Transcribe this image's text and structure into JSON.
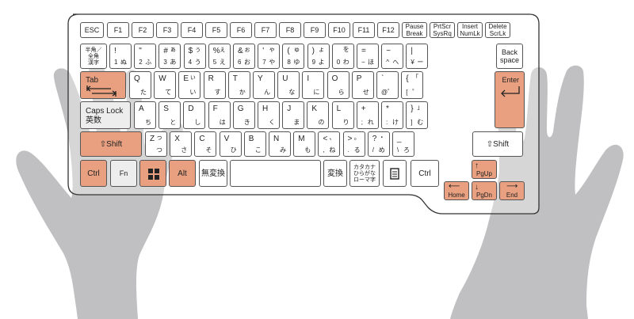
{
  "colors": {
    "highlight": "#e8a080",
    "hand": "#c0c0c2",
    "outline": "#555555",
    "gray_key": "#ededed"
  },
  "rows": {
    "fn": [
      {
        "id": "esc",
        "main": "ESC"
      },
      {
        "id": "f1",
        "main": "F1"
      },
      {
        "id": "f2",
        "main": "F2"
      },
      {
        "id": "f3",
        "main": "F3"
      },
      {
        "id": "f4",
        "main": "F4"
      },
      {
        "id": "f5",
        "main": "F5"
      },
      {
        "id": "f6",
        "main": "F6"
      },
      {
        "id": "f7",
        "main": "F7"
      },
      {
        "id": "f8",
        "main": "F8"
      },
      {
        "id": "f9",
        "main": "F9"
      },
      {
        "id": "f10",
        "main": "F10"
      },
      {
        "id": "f11",
        "main": "F11"
      },
      {
        "id": "f12",
        "main": "F12"
      },
      {
        "id": "pause",
        "main": "Pause",
        "sub": "Break"
      },
      {
        "id": "prtscr",
        "main": "PrtScr",
        "sub": "SysRq"
      },
      {
        "id": "insert",
        "main": "Insert",
        "sub": "NumLk"
      },
      {
        "id": "delete",
        "main": "Delete",
        "sub": "ScrLk"
      }
    ],
    "num": [
      {
        "id": "hankaku",
        "lines": [
          "半角／",
          "全角",
          "漢字"
        ]
      },
      {
        "id": "1",
        "tl": "!",
        "bl": "1",
        "tr": "",
        "br": "ぬ"
      },
      {
        "id": "2",
        "tl": "\"",
        "bl": "2",
        "tr": "",
        "br": "ふ"
      },
      {
        "id": "3",
        "tl": "#",
        "bl": "3",
        "tr": "ぁ",
        "br": "あ"
      },
      {
        "id": "4",
        "tl": "$",
        "bl": "4",
        "tr": "ぅ",
        "br": "う"
      },
      {
        "id": "5",
        "tl": "%",
        "bl": "5",
        "tr": "ぇ",
        "br": "え"
      },
      {
        "id": "6",
        "tl": "&",
        "bl": "6",
        "tr": "ぉ",
        "br": "お"
      },
      {
        "id": "7",
        "tl": "'",
        "bl": "7",
        "tr": "ゃ",
        "br": "や"
      },
      {
        "id": "8",
        "tl": "(",
        "bl": "8",
        "tr": "ゅ",
        "br": "ゆ"
      },
      {
        "id": "9",
        "tl": ")",
        "bl": "9",
        "tr": "ょ",
        "br": "よ"
      },
      {
        "id": "0",
        "tl": "",
        "bl": "0",
        "tr": "を",
        "br": "わ"
      },
      {
        "id": "minus",
        "tl": "=",
        "bl": "−",
        "tr": "",
        "br": "ほ"
      },
      {
        "id": "caret",
        "tl": "~",
        "bl": "^",
        "tr": "",
        "br": "へ"
      },
      {
        "id": "yen",
        "tl": "|",
        "bl": "¥",
        "tr": "",
        "br": "ー"
      },
      {
        "id": "backspace",
        "lines": [
          "Back",
          "space"
        ]
      }
    ],
    "q": [
      {
        "id": "tab",
        "main": "Tab"
      },
      {
        "id": "q",
        "tl": "Q",
        "br": "た"
      },
      {
        "id": "w",
        "tl": "W",
        "br": "て"
      },
      {
        "id": "e",
        "tl": "E",
        "tr": "ぃ",
        "br": "い"
      },
      {
        "id": "r",
        "tl": "R",
        "br": "す"
      },
      {
        "id": "t",
        "tl": "T",
        "br": "か"
      },
      {
        "id": "y",
        "tl": "Y",
        "br": "ん"
      },
      {
        "id": "u",
        "tl": "U",
        "br": "な"
      },
      {
        "id": "i",
        "tl": "I",
        "br": "に"
      },
      {
        "id": "o",
        "tl": "O",
        "br": "ら"
      },
      {
        "id": "p",
        "tl": "P",
        "br": "せ"
      },
      {
        "id": "at",
        "tl": "`",
        "bl": "@",
        "tr": "",
        "br": "゛"
      },
      {
        "id": "lbracket",
        "tl": "{",
        "bl": "[",
        "tr": "「",
        "br": "゜"
      },
      {
        "id": "enter",
        "main": "Enter"
      }
    ],
    "a": [
      {
        "id": "caps",
        "lines": [
          "Caps  Lock",
          "英数"
        ]
      },
      {
        "id": "a",
        "tl": "A",
        "br": "ち"
      },
      {
        "id": "s",
        "tl": "S",
        "br": "と"
      },
      {
        "id": "d",
        "tl": "D",
        "br": "し"
      },
      {
        "id": "f",
        "tl": "F",
        "br": "は"
      },
      {
        "id": "g",
        "tl": "G",
        "br": "き"
      },
      {
        "id": "h",
        "tl": "H",
        "br": "く"
      },
      {
        "id": "j",
        "tl": "J",
        "br": "ま"
      },
      {
        "id": "k",
        "tl": "K",
        "br": "の"
      },
      {
        "id": "l",
        "tl": "L",
        "br": "り"
      },
      {
        "id": "semicolon",
        "tl": "+",
        "bl": ";",
        "tr": "",
        "br": "れ"
      },
      {
        "id": "colon",
        "tl": "*",
        "bl": ":",
        "tr": "",
        "br": "け"
      },
      {
        "id": "rbracket",
        "tl": "}",
        "bl": "]",
        "tr": "」",
        "br": "む"
      }
    ],
    "z": [
      {
        "id": "lshift",
        "main": "⇧Shift"
      },
      {
        "id": "z",
        "tl": "Z",
        "tr": "っ",
        "br": "つ"
      },
      {
        "id": "x",
        "tl": "X",
        "br": "さ"
      },
      {
        "id": "c",
        "tl": "C",
        "br": "そ"
      },
      {
        "id": "v",
        "tl": "V",
        "br": "ひ"
      },
      {
        "id": "b",
        "tl": "B",
        "br": "こ"
      },
      {
        "id": "n",
        "tl": "N",
        "br": "み"
      },
      {
        "id": "m",
        "tl": "M",
        "br": "も"
      },
      {
        "id": "comma",
        "tl": "<",
        "bl": ",",
        "tr": "、",
        "br": "ね"
      },
      {
        "id": "period",
        "tl": ">",
        "bl": ".",
        "tr": "。",
        "br": "る"
      },
      {
        "id": "slash",
        "tl": "?",
        "bl": "/",
        "tr": "・",
        "br": "め"
      },
      {
        "id": "backslash",
        "tl": "_",
        "bl": "\\",
        "tr": "",
        "br": "ろ"
      },
      {
        "id": "rshift",
        "main": "⇧Shift"
      }
    ],
    "bottom": [
      {
        "id": "ctrl",
        "main": "Ctrl"
      },
      {
        "id": "fn",
        "main": "Fn"
      },
      {
        "id": "win",
        "main": ""
      },
      {
        "id": "alt",
        "main": "Alt"
      },
      {
        "id": "muhenkan",
        "main": "無変換"
      },
      {
        "id": "space",
        "main": ""
      },
      {
        "id": "henkan",
        "main": "変換"
      },
      {
        "id": "katakana",
        "lines": [
          "カタカナ",
          "ひらがな",
          "ローマ字"
        ]
      },
      {
        "id": "app",
        "main": ""
      },
      {
        "id": "rctrl",
        "main": "Ctrl"
      },
      {
        "id": "pgup",
        "main": "PgUp"
      },
      {
        "id": "pgdn",
        "main": "PgDn"
      },
      {
        "id": "home",
        "main": "Home"
      },
      {
        "id": "end",
        "main": "End"
      }
    ]
  }
}
